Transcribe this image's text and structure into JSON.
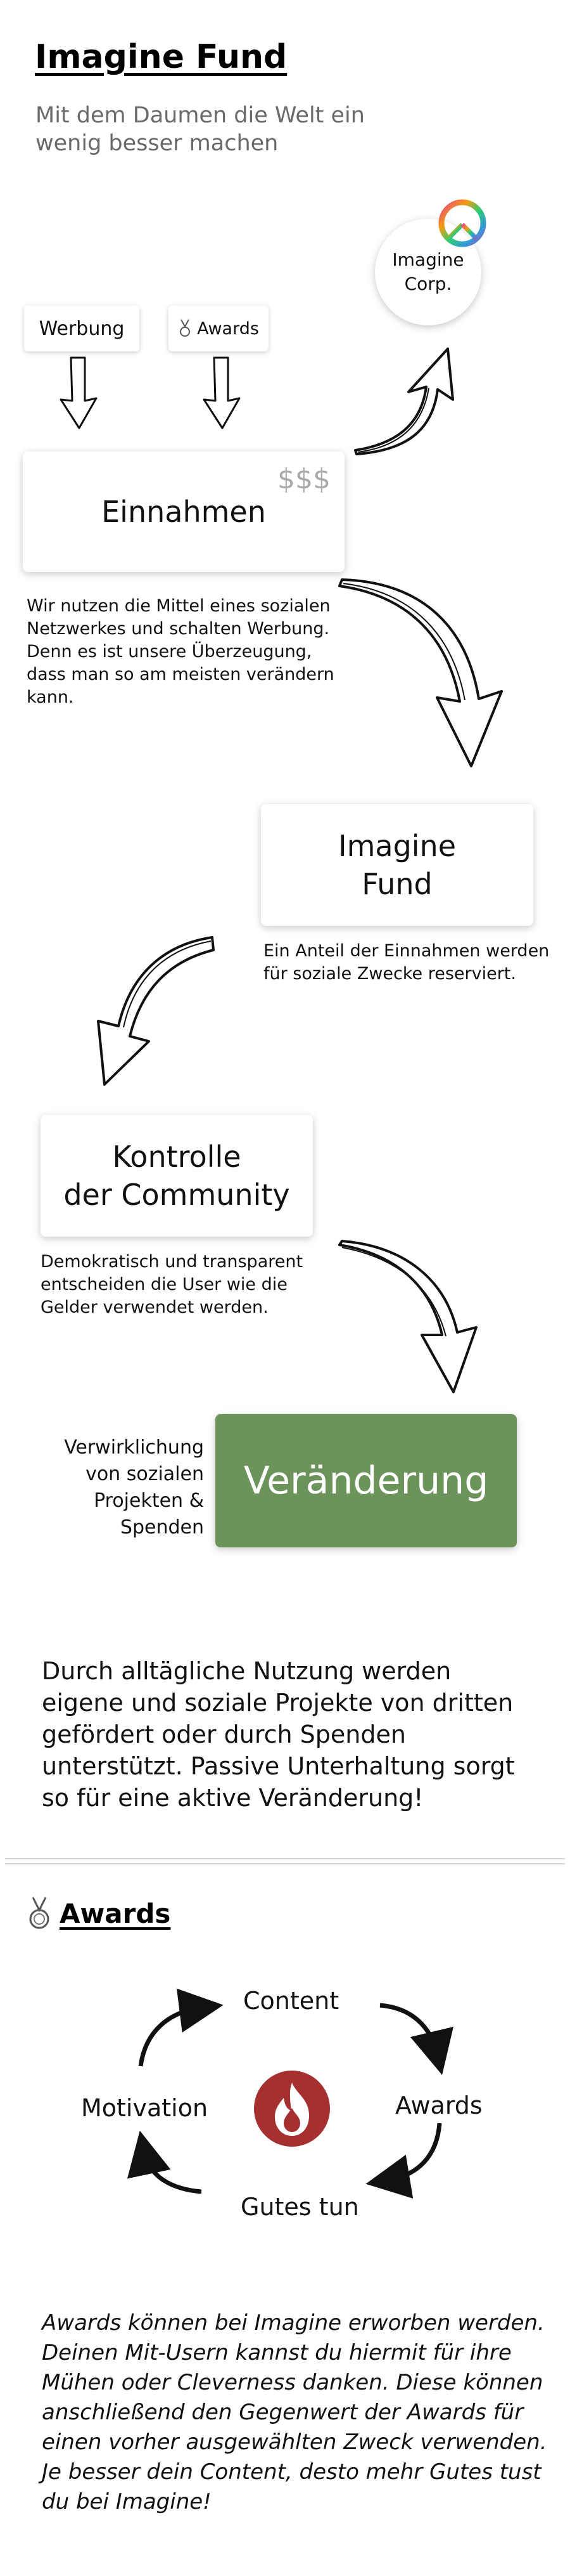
{
  "header": {
    "title": "Imagine Fund",
    "subtitle": "Mit dem Daumen die Welt ein wenig besser machen"
  },
  "corp_circle": {
    "label_line1": "Imagine",
    "label_line2": "Corp."
  },
  "sources": {
    "werbung": "Werbung",
    "awards": "Awards"
  },
  "einnahmen": {
    "title": "Einnahmen",
    "currency_mark": "$$$",
    "text": "Wir nutzen die Mittel eines sozialen Netzwerkes und schalten Werbung. Denn es ist unsere Überzeugung, dass man so am meisten verändern kann."
  },
  "fund": {
    "title_line1": "Imagine",
    "title_line2": "Fund",
    "text": "Ein Anteil der Einnahmen werden für soziale Zwecke reserviert."
  },
  "kontrolle": {
    "title_line1": "Kontrolle",
    "title_line2": "der Community",
    "text": "Demokratisch und transparent entscheiden die User wie die Gelder verwendet werden."
  },
  "veraenderung": {
    "side_text": "Verwirklichung von sozialen Projekten & Spenden",
    "title": "Veränderung",
    "color": "#6b935a"
  },
  "summary": "Durch alltägliche Nutzung werden eigene und soziale Projekte von dritten gefördert oder durch Spenden unterstützt. Passive Unterhaltung sorgt so für eine aktive Veränderung!",
  "awards_section": {
    "title": "Awards",
    "icon": "medal-icon",
    "cycle": {
      "content": "Content",
      "awards": "Awards",
      "gutes_tun": "Gutes tun",
      "motivation": "Motivation"
    },
    "center_icon": "fire-icon",
    "accent": "#a63030",
    "text": "Awards können bei Imagine erworben werden. Deinen Mit-Usern kannst du hiermit für ihre Mühen oder Cleverness danken. Diese können anschließend den Gegenwert der Awards für einen vorher ausgewählten Zweck verwenden. Je besser dein Content, desto mehr Gutes tust du bei Imagine!"
  }
}
